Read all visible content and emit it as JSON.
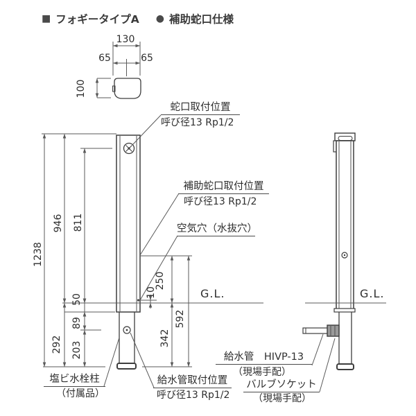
{
  "colors": {
    "line": "#5a5a5a",
    "object": "#3d3d3d",
    "text": "#2e2e2e",
    "bg": "#ffffff"
  },
  "header": {
    "square_bullet": "■",
    "type_label": "フォギータイプA",
    "circle_bullet": "●",
    "spec_label": "補助蛇口仕様"
  },
  "top_view": {
    "dim_width_total": "130",
    "dim_width_left": "65",
    "dim_width_right": "65",
    "dim_depth": "100"
  },
  "front_view": {
    "dim_total_height": "1238",
    "dim_height_above_gl": "946",
    "dim_faucet_height": "811",
    "dim_below_gl": "292",
    "dim_shell_embed": "50",
    "dim_inlet_offset": "89",
    "dim_inlet_to_bottom": "203",
    "dim_aux_faucet_height": "250",
    "dim_drain_hole_height": "10",
    "dim_air_to_bottom": "592",
    "dim_gl_to_bottom": "342",
    "gl_label": "G.L."
  },
  "side_view": {
    "gl_label": "G.L."
  },
  "callouts": {
    "faucet": {
      "title": "蛇口取付位置",
      "sub": "呼び径13 Rp1/2"
    },
    "aux_faucet": {
      "title": "補助蛇口取付位置",
      "sub": "呼び径13 Rp1/2"
    },
    "air_hole": {
      "title": "空気穴（水抜穴）"
    },
    "pvc_post": {
      "title": "塩ビ水栓柱",
      "sub": "（付属品）"
    },
    "supply_mount": {
      "title": "給水管取付位置",
      "sub": "呼び径13 Rp1/2"
    },
    "supply_pipe": {
      "title": "給水管　HIVP-13",
      "sub": "（現場手配）"
    },
    "valve_socket": {
      "title": "バルブソケット",
      "sub": "（現場手配）"
    }
  }
}
